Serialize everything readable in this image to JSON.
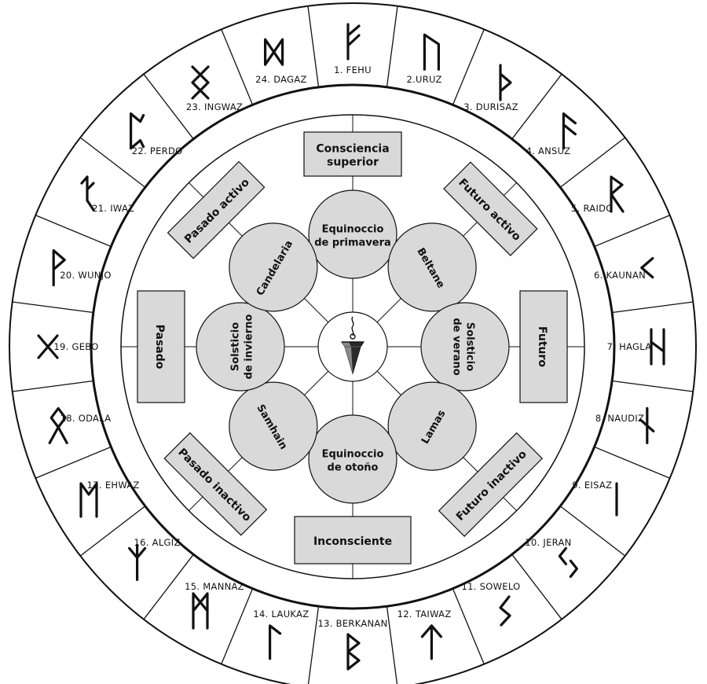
{
  "runes": [
    {
      "label": "1. FEHU",
      "glyph": "fehu-icon"
    },
    {
      "label": "2.URUZ",
      "glyph": "uruz-icon"
    },
    {
      "label": "3. DURISAZ",
      "glyph": "thurisaz-icon"
    },
    {
      "label": "4. ANSUZ",
      "glyph": "ansuz-icon"
    },
    {
      "label": "5. RAIDO",
      "glyph": "raido-icon"
    },
    {
      "label": "6. KAUNAN",
      "glyph": "kaunan-icon"
    },
    {
      "label": "7. HAGLA",
      "glyph": "hagla-icon"
    },
    {
      "label": "8. NAUDIZ",
      "glyph": "naudiz-icon"
    },
    {
      "label": "9. EISAZ",
      "glyph": "eisaz-icon"
    },
    {
      "label": "10. JERAN",
      "glyph": "jeran-icon"
    },
    {
      "label": "11. SOWELO",
      "glyph": "sowelo-icon"
    },
    {
      "label": "12. TAIWAZ",
      "glyph": "taiwaz-icon"
    },
    {
      "label": "13. BERKANAN",
      "glyph": "berkanan-icon"
    },
    {
      "label": "14. LAUKAZ",
      "glyph": "laukaz-icon"
    },
    {
      "label": "15. MANNAZ",
      "glyph": "mannaz-icon"
    },
    {
      "label": "16. ALGIZ",
      "glyph": "algiz-icon"
    },
    {
      "label": "17. EHWAZ",
      "glyph": "ehwaz-icon"
    },
    {
      "label": "18. ODALA",
      "glyph": "odala-icon"
    },
    {
      "label": "19. GEBO",
      "glyph": "gebo-icon"
    },
    {
      "label": "20. WUNJO",
      "glyph": "wunjo-icon"
    },
    {
      "label": "21. IWAZ",
      "glyph": "iwaz-icon"
    },
    {
      "label": "22. PERDO",
      "glyph": "perdo-icon"
    },
    {
      "label": "23. INGWAZ",
      "glyph": "ingwaz-icon"
    },
    {
      "label": "24. DAGAZ",
      "glyph": "dagaz-icon"
    }
  ],
  "boxes": [
    {
      "id": "consciencia-superior",
      "lines": [
        "Consciencia",
        "superior"
      ]
    },
    {
      "id": "futuro-activo",
      "lines": [
        "Futuro activo"
      ]
    },
    {
      "id": "futuro",
      "lines": [
        "Futuro"
      ]
    },
    {
      "id": "futuro-inactivo",
      "lines": [
        "Futuro inactivo"
      ]
    },
    {
      "id": "inconsciente",
      "lines": [
        "Inconsciente"
      ]
    },
    {
      "id": "pasado-inactivo",
      "lines": [
        "Pasado inactivo"
      ]
    },
    {
      "id": "pasado",
      "lines": [
        "Pasado"
      ]
    },
    {
      "id": "pasado-activo",
      "lines": [
        "Pasado activo"
      ]
    }
  ],
  "festivals": [
    {
      "id": "equinoccio-primavera",
      "lines": [
        "Equinoccio",
        "de primavera"
      ]
    },
    {
      "id": "beltane",
      "lines": [
        "Beltane"
      ]
    },
    {
      "id": "solsticio-verano",
      "lines": [
        "Solsticio",
        "de verano"
      ]
    },
    {
      "id": "lamas",
      "lines": [
        "Lamas"
      ]
    },
    {
      "id": "equinoccio-otono",
      "lines": [
        "Equinoccio",
        "de otoño"
      ]
    },
    {
      "id": "samhain",
      "lines": [
        "Samhain"
      ]
    },
    {
      "id": "solsticio-invierno",
      "lines": [
        "Solsticio",
        "de invierno"
      ]
    },
    {
      "id": "candelaria",
      "lines": [
        "Candelaria"
      ]
    }
  ],
  "center": {
    "icon": "pendulum-icon"
  },
  "colors": {
    "fill": "#d9d9d9",
    "stroke": "#111111",
    "background": "#ffffff"
  }
}
